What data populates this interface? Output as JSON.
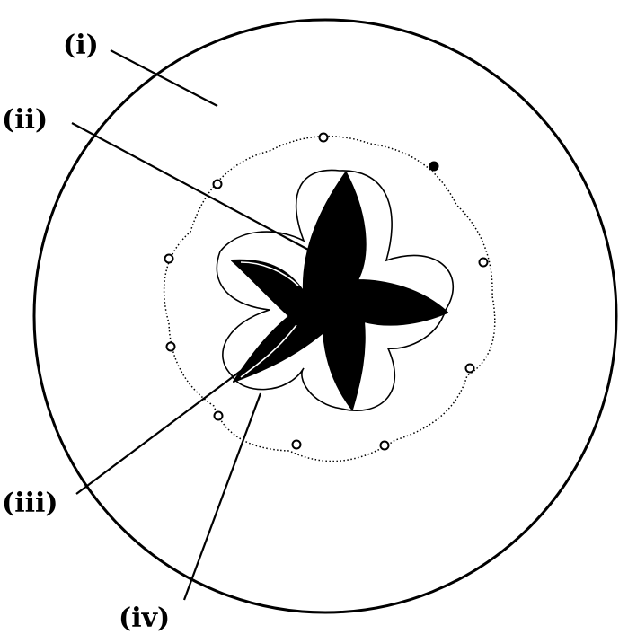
{
  "labels": {
    "i": "(i)",
    "ii": "(ii)",
    "iii": "(iii)",
    "iv": "(iv)"
  },
  "colors": {
    "ink": "#000000",
    "paper": "#ffffff",
    "dot_fill": "#ffffff"
  }
}
